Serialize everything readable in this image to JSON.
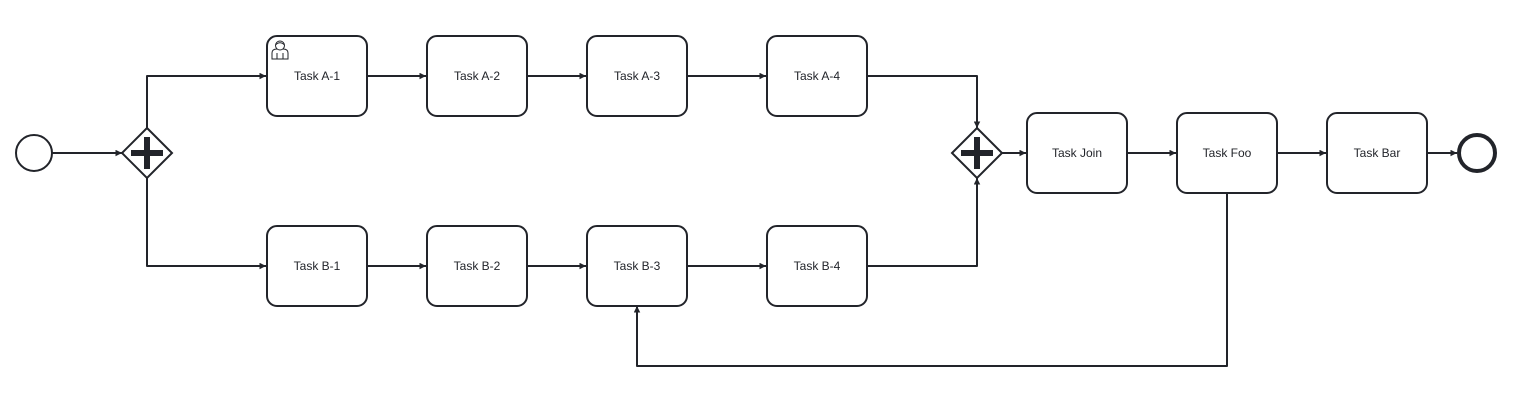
{
  "diagram": {
    "start_event": {
      "type": "start-event"
    },
    "end_event": {
      "type": "end-event"
    },
    "gateways": [
      {
        "id": "split",
        "type": "parallel"
      },
      {
        "id": "join",
        "type": "parallel"
      }
    ],
    "tasks": [
      {
        "id": "A1",
        "label": "Task A-1",
        "icon": "user-icon"
      },
      {
        "id": "A2",
        "label": "Task A-2"
      },
      {
        "id": "A3",
        "label": "Task A-3"
      },
      {
        "id": "A4",
        "label": "Task A-4"
      },
      {
        "id": "B1",
        "label": "Task B-1"
      },
      {
        "id": "B2",
        "label": "Task B-2"
      },
      {
        "id": "B3",
        "label": "Task B-3"
      },
      {
        "id": "B4",
        "label": "Task B-4"
      },
      {
        "id": "Join",
        "label": "Task Join"
      },
      {
        "id": "Foo",
        "label": "Task Foo"
      },
      {
        "id": "Bar",
        "label": "Task Bar"
      }
    ],
    "flows": [
      {
        "from": "start",
        "to": "split"
      },
      {
        "from": "split",
        "to": "A1"
      },
      {
        "from": "split",
        "to": "B1"
      },
      {
        "from": "A1",
        "to": "A2"
      },
      {
        "from": "A2",
        "to": "A3"
      },
      {
        "from": "A3",
        "to": "A4"
      },
      {
        "from": "A4",
        "to": "join"
      },
      {
        "from": "B1",
        "to": "B2"
      },
      {
        "from": "B2",
        "to": "B3"
      },
      {
        "from": "B3",
        "to": "B4"
      },
      {
        "from": "B4",
        "to": "join"
      },
      {
        "from": "join",
        "to": "Join"
      },
      {
        "from": "Join",
        "to": "Foo"
      },
      {
        "from": "Foo",
        "to": "Bar"
      },
      {
        "from": "Bar",
        "to": "end"
      },
      {
        "from": "Foo",
        "to": "B3"
      }
    ],
    "colors": {
      "stroke": "#22242a",
      "fill": "#ffffff"
    }
  }
}
